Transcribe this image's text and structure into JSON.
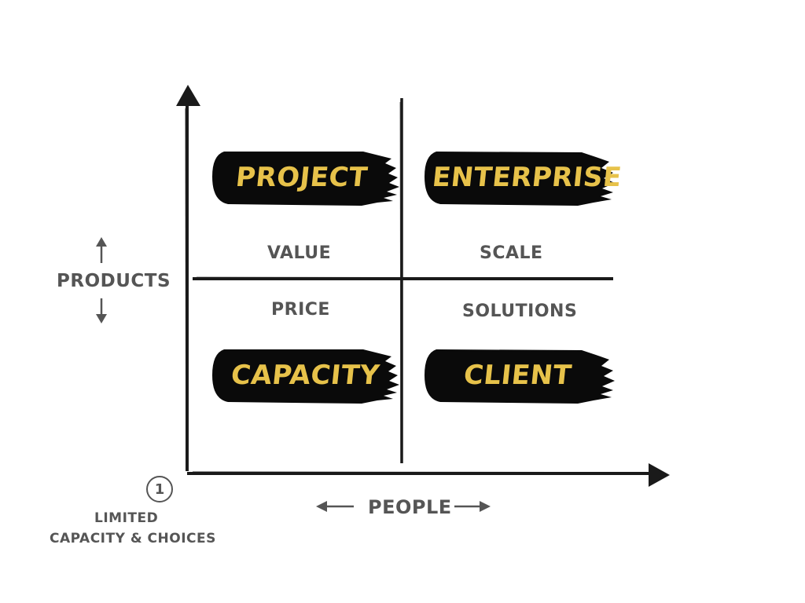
{
  "quadrants": {
    "top_left": "PROJECT",
    "top_right": "ENTERPRISE",
    "bottom_left": "CAPACITY",
    "bottom_right": "CLIENT"
  },
  "sublabels": {
    "top_left": "VALUE",
    "top_right": "SCALE",
    "bottom_left": "PRICE",
    "bottom_right": "SOLUTIONS"
  },
  "y_axis_label": "PRODUCTS",
  "x_axis_label": "PEOPLE",
  "origin": {
    "number": "1",
    "line1": "LIMITED",
    "line2": "CAPACITY & CHOICES"
  },
  "colors": {
    "brush": "#0a0a0a",
    "label_yellow": "#e7c24a",
    "label_gray": "#555555",
    "line": "#1a1a1a"
  },
  "icons": {
    "up_arrow": "arrow-up-icon",
    "down_arrow": "arrow-down-icon",
    "left_arrow": "arrow-left-icon",
    "right_arrow": "arrow-right-icon"
  }
}
